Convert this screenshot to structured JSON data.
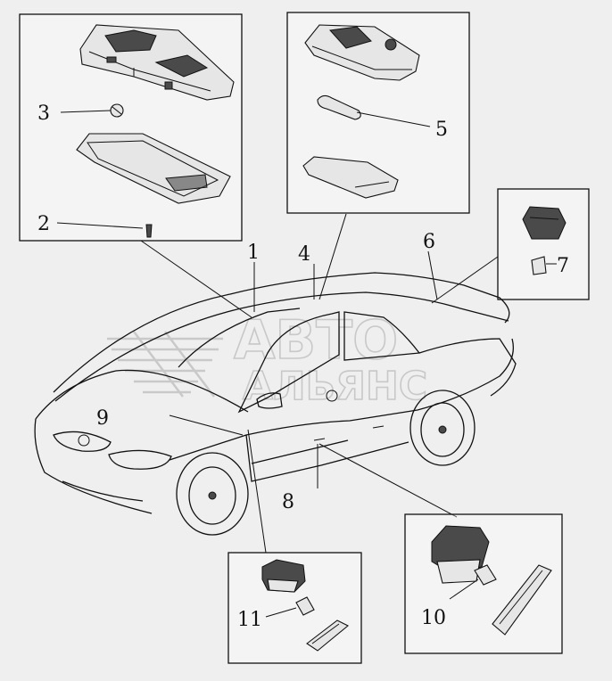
{
  "callouts": {
    "c1": "1",
    "c2": "2",
    "c3": "3",
    "c4": "4",
    "c5": "5",
    "c6": "6",
    "c7": "7",
    "c8": "8",
    "c9": "9",
    "c10": "10",
    "c11": "11"
  },
  "watermark": {
    "line1": "АВТО",
    "line2": "АЛЬЯНС"
  }
}
